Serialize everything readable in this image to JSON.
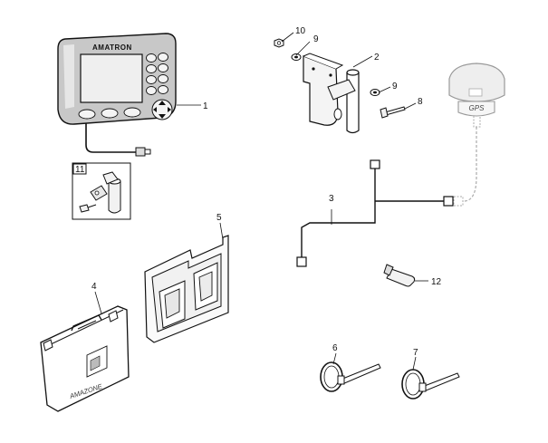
{
  "diagram": {
    "device_brand": "AMATRON",
    "gps_label": "GPS",
    "case_brand": "AMAZONE",
    "parts": [
      {
        "num": "1",
        "desc": "terminal"
      },
      {
        "num": "2",
        "desc": "mounting bracket"
      },
      {
        "num": "3",
        "desc": "cable harness"
      },
      {
        "num": "4",
        "desc": "carrying case"
      },
      {
        "num": "5",
        "desc": "case foam insert"
      },
      {
        "num": "6",
        "desc": "cable tie"
      },
      {
        "num": "7",
        "desc": "cable tie"
      },
      {
        "num": "8",
        "desc": "bolt"
      },
      {
        "num": "9",
        "desc": "washer"
      },
      {
        "num": "9",
        "desc": "washer"
      },
      {
        "num": "10",
        "desc": "nut"
      },
      {
        "num": "11",
        "desc": "holder kit"
      },
      {
        "num": "12",
        "desc": "USB stick"
      }
    ]
  }
}
